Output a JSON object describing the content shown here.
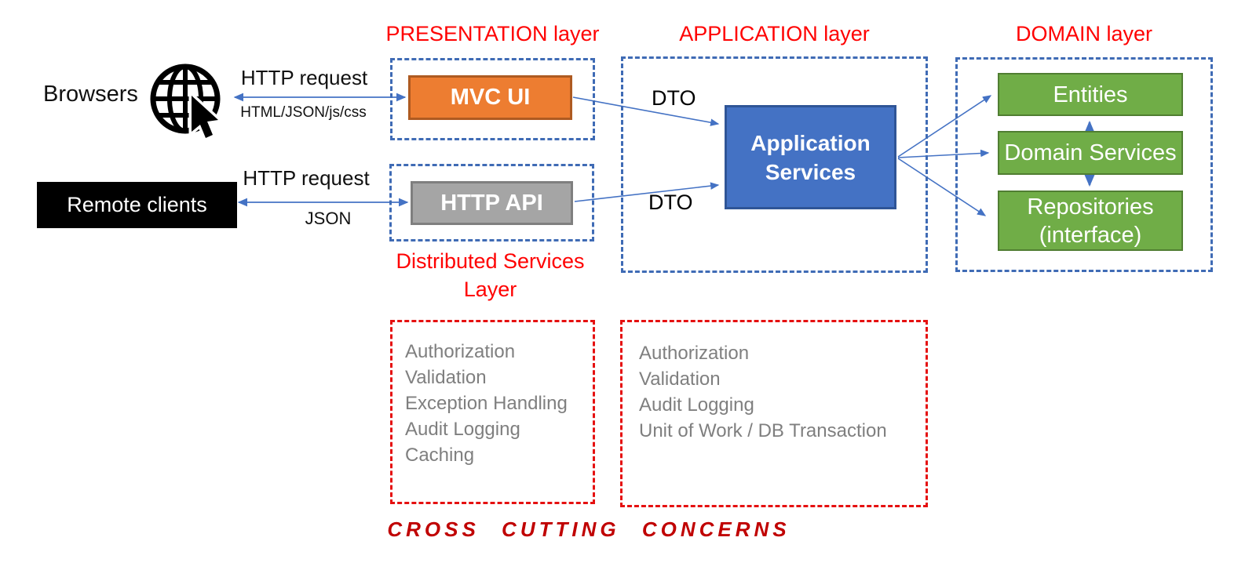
{
  "colors": {
    "accent_blue": "#4472c4",
    "dash_blue": "#3f6bb5",
    "orange_fill": "#ed7d31",
    "gray_fill": "#a5a5a5",
    "green_fill": "#70ad47",
    "red_title": "#ff0000",
    "red_dash": "#e51010",
    "footer_red": "#c00000",
    "list_gray": "#7f7f7f"
  },
  "clients": {
    "browsers_label": "Browsers",
    "remote_clients_label": "Remote clients"
  },
  "connections": {
    "browser_top": "HTTP request",
    "browser_bottom": "HTML/JSON/js/css",
    "remote_top": "HTTP request",
    "remote_bottom": "JSON",
    "dto": "DTO"
  },
  "layers": {
    "presentation": {
      "title": "PRESENTATION layer",
      "box": "MVC UI"
    },
    "distributed": {
      "title": "Distributed Services\nLayer",
      "box": "HTTP API"
    },
    "application": {
      "title": "APPLICATION layer",
      "box": "Application\nServices"
    },
    "domain": {
      "title": "DOMAIN layer",
      "entities": "Entities",
      "domain_services": "Domain Services",
      "repositories": "Repositories\n(interface)"
    }
  },
  "cross_cutting": {
    "left_items": [
      "Authorization",
      "Validation",
      "Exception Handling",
      "Audit Logging",
      "Caching"
    ],
    "right_items": [
      "Authorization",
      "Validation",
      "Audit Logging",
      "Unit of Work / DB Transaction"
    ],
    "footer": "CROSS CUTTING CONCERNS"
  }
}
